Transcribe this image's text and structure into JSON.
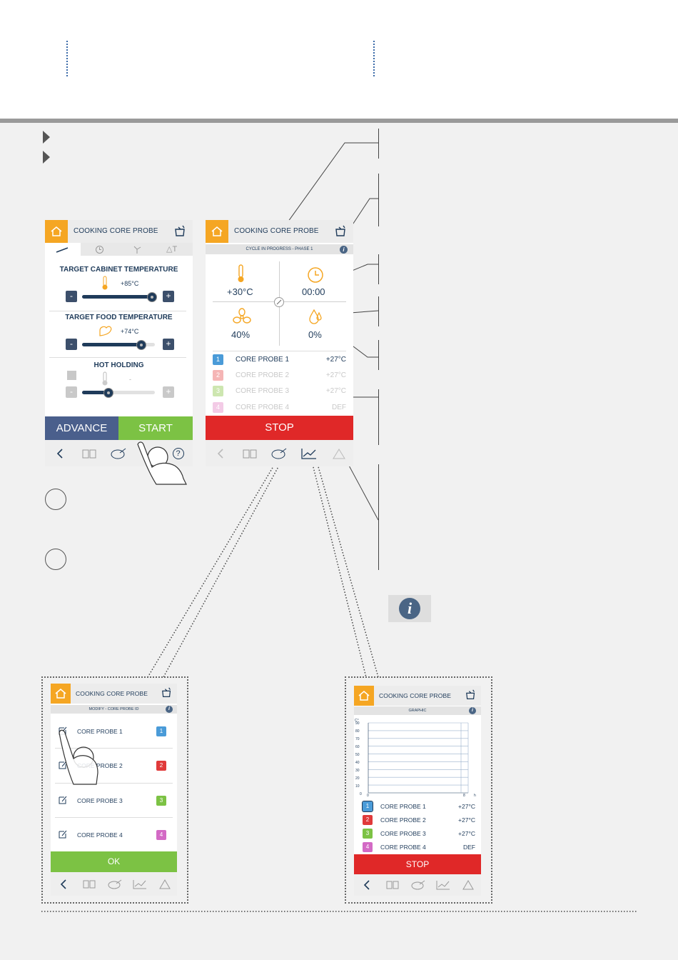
{
  "screen_a": {
    "title": "COOKING CORE PROBE",
    "cabinet_label": "TARGET CABINET TEMPERATURE",
    "cabinet_value": "+85°C",
    "cabinet_level": 0.95,
    "food_label": "TARGET  FOOD TEMPERATURE",
    "food_value": "+74°C",
    "food_level": 0.8,
    "hold_label": "HOT HOLDING",
    "hold_value": "-",
    "hold_level": 0.35,
    "minus": "-",
    "plus": "+",
    "advance": "ADVANCE",
    "start": "START",
    "help": "?"
  },
  "screen_b": {
    "title": "COOKING CORE PROBE",
    "status": "CYCLE IN PROGRESS - PHASE 1",
    "temp": "+30°C",
    "time": "00:00",
    "fan": "40%",
    "humidity": "0%",
    "probes": [
      {
        "num": "1",
        "name": "CORE PROBE 1",
        "value": "+27°C",
        "color": "#4a9bd8"
      },
      {
        "num": "2",
        "name": "CORE PROBE 2",
        "value": "+27°C",
        "color": "#f5b5b5"
      },
      {
        "num": "3",
        "name": "CORE PROBE 3",
        "value": "+27°C",
        "color": "#cde6b0"
      },
      {
        "num": "4",
        "name": "CORE PROBE 4",
        "value": "DEF",
        "color": "#f3cbe6"
      }
    ],
    "stop": "STOP"
  },
  "screen_c": {
    "title": "COOKING CORE PROBE",
    "sub": "MODIFY - CORE PROBE ID",
    "probes": [
      {
        "num": "1",
        "name": "CORE PROBE 1",
        "color": "#4a9bd8"
      },
      {
        "num": "2",
        "name": "CORE PROBE 2",
        "color": "#e03a3a"
      },
      {
        "num": "3",
        "name": "CORE PROBE 3",
        "color": "#7cc244"
      },
      {
        "num": "4",
        "name": "CORE PROBE 4",
        "color": "#d36ac5"
      }
    ],
    "ok": "OK"
  },
  "screen_d": {
    "title": "COOKING CORE PROBE",
    "sub": "GRAPHIC",
    "y_unit": "C°",
    "x_unit": "h",
    "y_ticks": [
      "90",
      "80",
      "70",
      "60",
      "50",
      "40",
      "30",
      "20",
      "10",
      "0"
    ],
    "x_ticks": [
      "0",
      "8"
    ],
    "probes": [
      {
        "num": "1",
        "name": "CORE PROBE 1",
        "value": "+27°C",
        "color": "#4a9bd8"
      },
      {
        "num": "2",
        "name": "CORE PROBE 2",
        "value": "+27°C",
        "color": "#e03a3a"
      },
      {
        "num": "3",
        "name": "CORE PROBE 3",
        "value": "+27°C",
        "color": "#7cc244"
      },
      {
        "num": "4",
        "name": "CORE PROBE 4",
        "value": "DEF",
        "color": "#d36ac5"
      }
    ],
    "stop": "STOP"
  },
  "info_glyph": "i",
  "colors": {
    "orange": "#f5a623",
    "navy": "#1f3b5a",
    "green": "#7cc244",
    "red": "#e03a3a",
    "blue_grey": "#4a5f8c"
  }
}
